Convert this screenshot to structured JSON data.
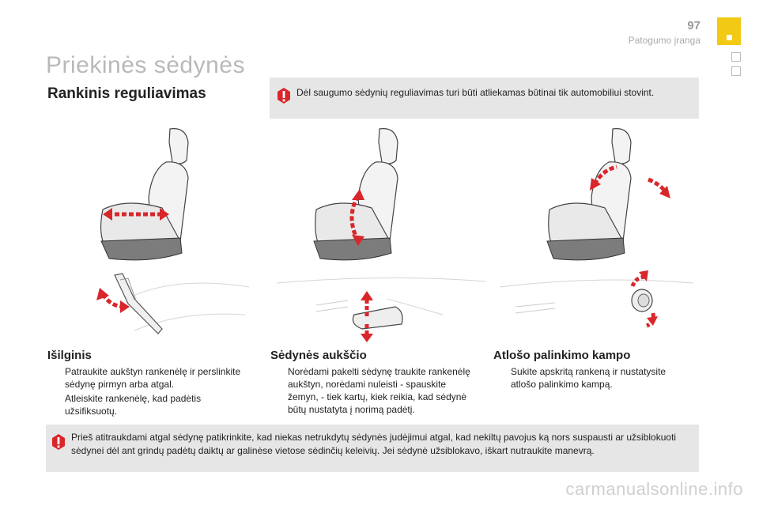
{
  "header": {
    "page_number": "97",
    "section_name": "Patogumo įranga"
  },
  "page_title": "Priekinės sėdynės",
  "section_title": "Rankinis reguliavimas",
  "top_warning": "Dėl saugumo sėdynių reguliavimas turi būti atliekamas būtinai tik automobiliui stovint.",
  "columns": [
    {
      "title": "Išilginis",
      "items": [
        "Patraukite aukštyn rankenėlę ir perslinkite sėdynę pirmyn arba atgal.",
        "Atleiskite rankenėlę, kad padėtis užsifiksuotų."
      ]
    },
    {
      "title": "Sėdynės aukščio",
      "items": [
        "Norėdami pakelti sėdynę traukite rankenėlę aukštyn, norėdami nuleisti - spauskite žemyn, - tiek kartų, kiek reikia, kad sėdynė būtų nustatyta į norimą padėtį."
      ]
    },
    {
      "title": "Atlošo palinkimo kampo",
      "items": [
        "Sukite apskritą rankeną ir nustatysite atlošo palinkimo kampą."
      ]
    }
  ],
  "bottom_warning": "Prieš atitraukdami atgal sėdynę patikrinkite, kad niekas netrukdytų sėdynės judėjimui atgal, kad nekiltų pavojus ką nors suspausti ar užsiblokuoti sėdynei dėl ant grindų padėtų daiktų ar galinėse vietose sėdinčių keleivių. Jei sėdynė užsiblokavo, iškart nutraukite manevrą.",
  "bullet_mark": "",
  "watermark": "carmanualsonline.info",
  "colors": {
    "accent_yellow": "#f2c913",
    "arrow_red": "#d9262b",
    "warning_bg": "#e6e6e6",
    "title_grey": "#b9b9b9"
  },
  "icons": [
    "warning-icon",
    "seat-illustration",
    "lever-illustration"
  ]
}
